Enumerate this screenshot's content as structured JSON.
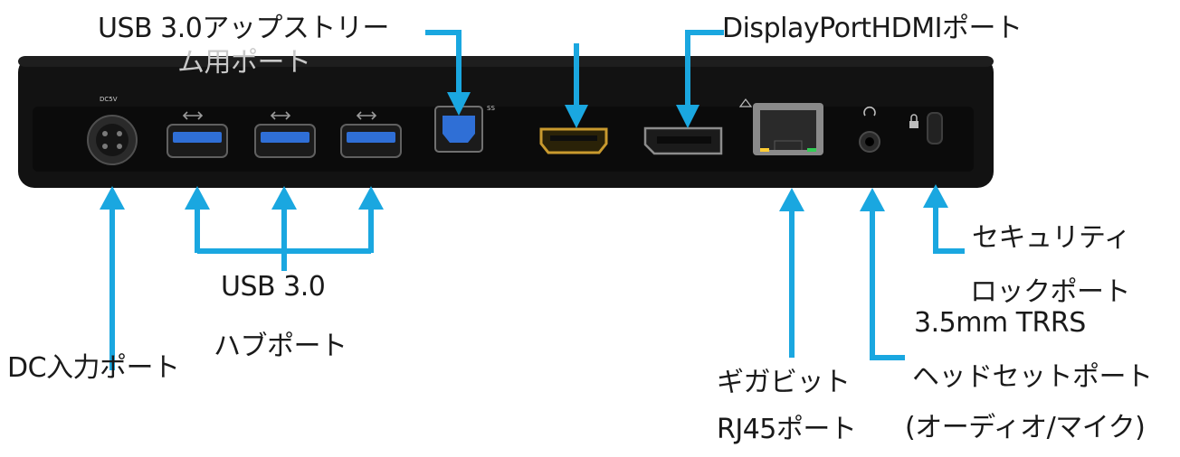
{
  "labels": {
    "usb_upstream_line1": "USB 3.0アップストリー",
    "usb_upstream_line2": "ム用ポート",
    "displayport_hdmi": "DisplayPortHDMIポート",
    "usb_hub_line1": "USB 3.0",
    "usb_hub_line2": "ハブポート",
    "dc_input": "DC入力ポート",
    "gigabit_line1": "ギガビット",
    "gigabit_line2": "RJ45ポート",
    "headset_line1": "3.5mm TRRS",
    "headset_line2": "ヘッドセットポート",
    "headset_line3": "(オーディオ/マイク)",
    "security_line1": "セキュリティ",
    "security_line2": "ロックポート"
  },
  "device_marks": {
    "dc_label": "DC5V",
    "ss_mark": "SS"
  },
  "colors": {
    "arrow": "#1aa7e0",
    "device_body": "#121212",
    "usb_port": "#2f6fd6",
    "hdmi_port_frame": "#c99a2e",
    "text": "#1a1a1a"
  }
}
